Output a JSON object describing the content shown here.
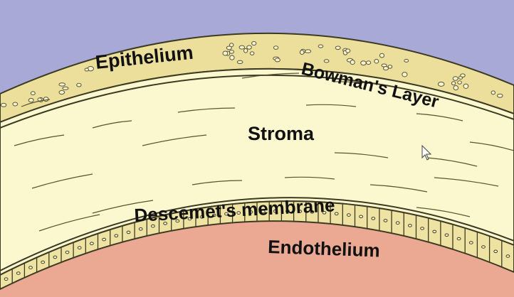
{
  "colors": {
    "background": "#a8a9d6",
    "epithelium": "#ecdf9c",
    "stroma": "#fbf8cf",
    "bowman": "#f1e9b6",
    "descemet": "#efe8a8",
    "endothelium_cells": "#efe3a3",
    "aqueous": "#eba892",
    "outline": "#3c3a22"
  },
  "labels": {
    "epithelium": "Epithelium",
    "bowman": "Bowman's Layer",
    "stroma": "Stroma",
    "descemet": "Descemet's membrane",
    "endothelium": "Endothelium"
  },
  "cursor_icon": "pointer-arrow-icon"
}
